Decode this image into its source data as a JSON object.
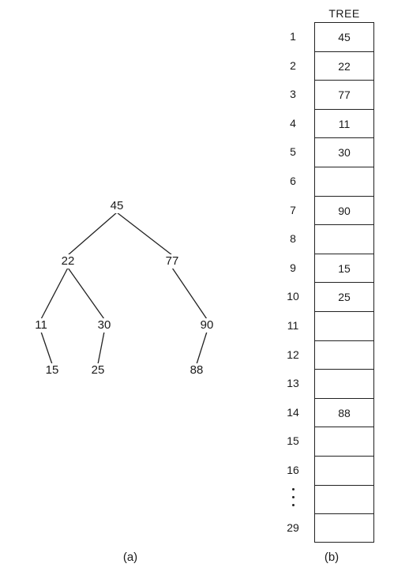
{
  "tree": {
    "nodes": [
      {
        "id": "n45",
        "label": "45"
      },
      {
        "id": "n22",
        "label": "22"
      },
      {
        "id": "n77",
        "label": "77"
      },
      {
        "id": "n11",
        "label": "11"
      },
      {
        "id": "n30",
        "label": "30"
      },
      {
        "id": "n90",
        "label": "90"
      },
      {
        "id": "n15",
        "label": "15"
      },
      {
        "id": "n25",
        "label": "25"
      },
      {
        "id": "n88",
        "label": "88"
      }
    ],
    "edges": [
      [
        "n45",
        "n22"
      ],
      [
        "n45",
        "n77"
      ],
      [
        "n22",
        "n11"
      ],
      [
        "n22",
        "n30"
      ],
      [
        "n77",
        "n90"
      ],
      [
        "n11",
        "n15"
      ],
      [
        "n30",
        "n25"
      ],
      [
        "n90",
        "n88"
      ]
    ],
    "caption": "(a)"
  },
  "array": {
    "title": "TREE",
    "rows": [
      {
        "index": "1",
        "value": "45"
      },
      {
        "index": "2",
        "value": "22"
      },
      {
        "index": "3",
        "value": "77"
      },
      {
        "index": "4",
        "value": "11"
      },
      {
        "index": "5",
        "value": "30"
      },
      {
        "index": "6",
        "value": ""
      },
      {
        "index": "7",
        "value": "90"
      },
      {
        "index": "8",
        "value": ""
      },
      {
        "index": "9",
        "value": "15"
      },
      {
        "index": "10",
        "value": "25"
      },
      {
        "index": "11",
        "value": ""
      },
      {
        "index": "12",
        "value": ""
      },
      {
        "index": "13",
        "value": ""
      },
      {
        "index": "14",
        "value": "88"
      },
      {
        "index": "15",
        "value": ""
      },
      {
        "index": "16",
        "value": ""
      },
      {
        "index": "",
        "value": "",
        "ellipsis": true
      },
      {
        "index": "29",
        "value": ""
      }
    ],
    "caption": "(b)"
  }
}
